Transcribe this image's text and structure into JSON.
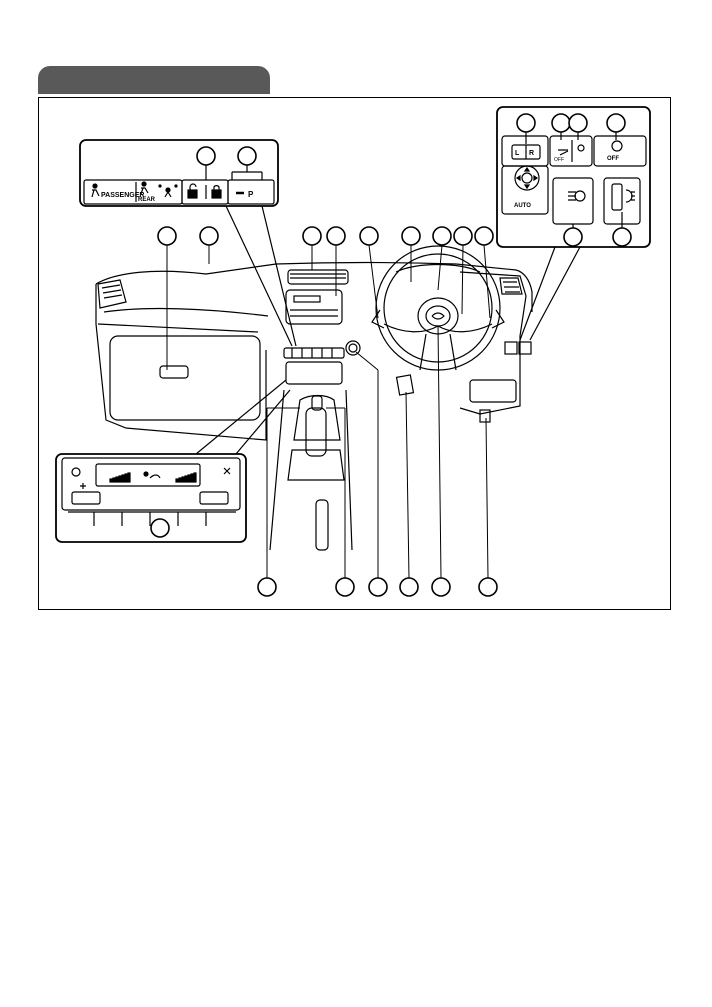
{
  "header": {
    "tab_color": "#595959"
  },
  "labels": {
    "passenger": "PASSENGER",
    "rear": "REAR",
    "p_lock": "P",
    "off": "OFF",
    "auto": "AUTO",
    "off_small": "OFF",
    "l": "L",
    "r": "R"
  },
  "colors": {
    "line": "#000000",
    "callout_fill": "#ffffff"
  }
}
